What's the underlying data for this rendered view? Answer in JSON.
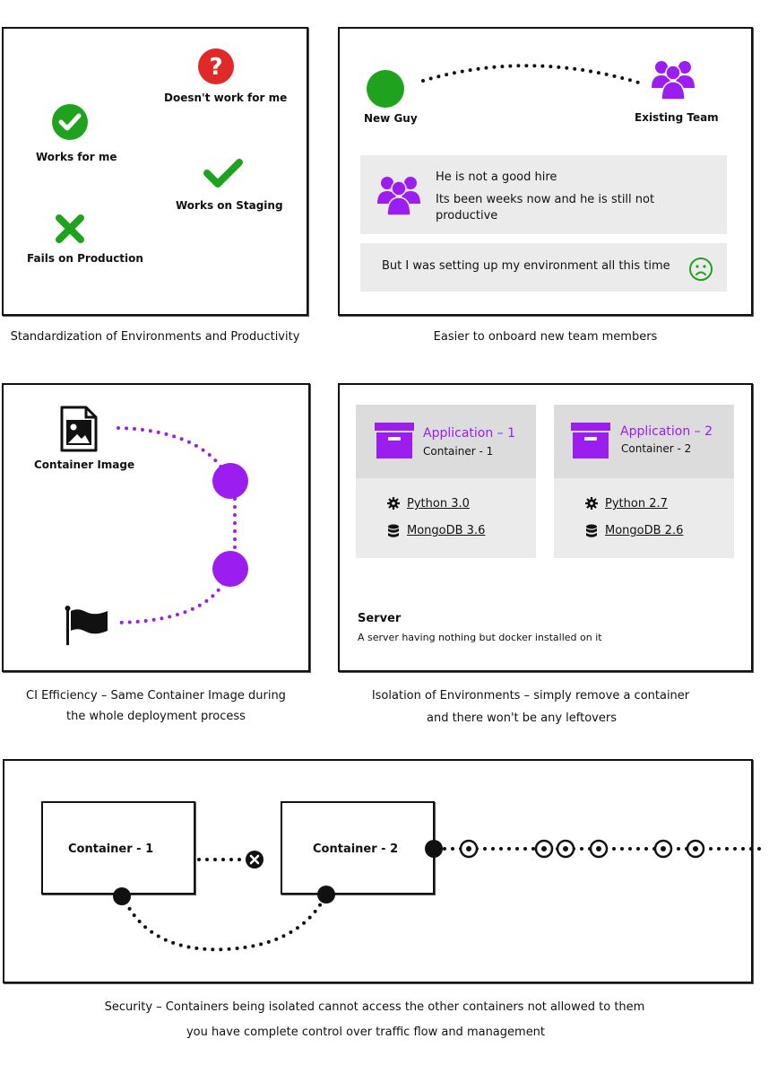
{
  "panel1": {
    "caption": "Standardization of Environments and Productivity",
    "doesnt_work": "Doesn't work for me",
    "works_for_me": "Works for me",
    "works_on_staging": "Works on Staging",
    "fails_on_production": "Fails on Production"
  },
  "panel2": {
    "caption": "Easier to onboard new team members",
    "new_guy": "New Guy",
    "existing_team": "Existing Team",
    "message1_line1": "He is not a good hire",
    "message1_line2": "Its been weeks now and he is still not productive",
    "message2": "But I was setting up my environment all this time"
  },
  "panel3": {
    "caption_line1": "CI Efficiency – Same Container Image during",
    "caption_line2": "the whole deployment process",
    "container_image": "Container Image"
  },
  "panel4": {
    "caption_line1": "Isolation of Environments – simply remove a container",
    "caption_line2": "and there won't be any leftovers",
    "app1_title": "Application – 1",
    "app1_container": "Container - 1",
    "app1_runtime": "Python 3.0",
    "app1_db": "MongoDB 3.6",
    "app2_title": "Application – 2",
    "app2_container": "Container - 2",
    "app2_runtime": "Python 2.7",
    "app2_db": "MongoDB 2.6",
    "server_title": "Server",
    "server_desc": "A server having nothing but docker installed on it"
  },
  "panel5": {
    "caption_line1": "Security – Containers being isolated cannot access the other containers not allowed to them",
    "caption_line2": "you have complete control over traffic flow and management",
    "container1": "Container - 1",
    "container2": "Container - 2"
  },
  "colors": {
    "purple": "#9b1df0",
    "green": "#1fa31f",
    "red": "#e02a2a",
    "grey": "#ebebeb"
  }
}
